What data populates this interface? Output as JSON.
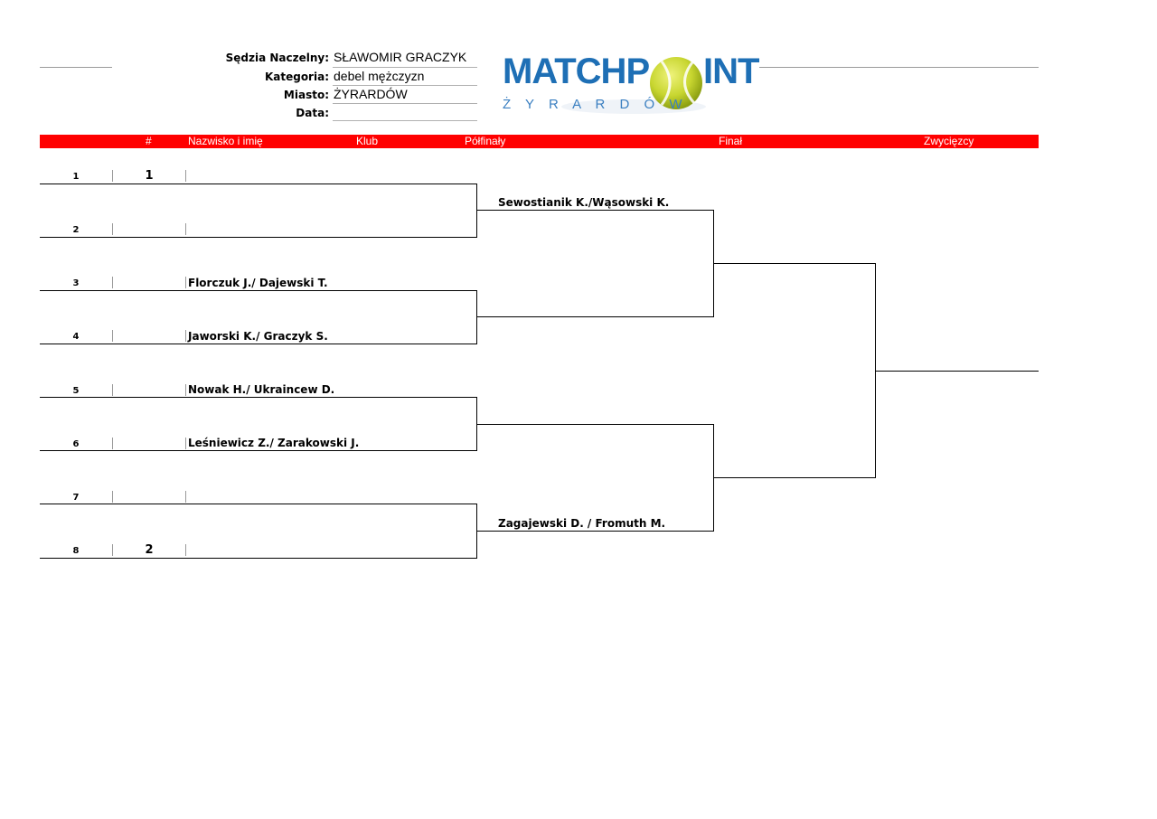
{
  "header": {
    "referee_label": "Sędzia Naczelny:",
    "referee_value": "SŁAWOMIR GRACZYK",
    "category_label": "Kategoria:",
    "category_value": "debel mężczyzn",
    "city_label": "Miasto:",
    "city_value": "ŻYRARDÓW",
    "date_label": "Data:",
    "date_value": ""
  },
  "logo": {
    "text_left": "MATCHP",
    "text_right": "INT",
    "subtitle": "Ż Y R A R D Ó W",
    "colors": {
      "blue": "#1e6fb5",
      "ball": "#c8d630",
      "subtitle": "#3a7fc1"
    }
  },
  "columns": {
    "hash": "#",
    "name": "Nazwisko i imię",
    "club": "Klub",
    "semifinals": "Półfinały",
    "final": "Finał",
    "winner": "Zwycięzcy",
    "bar_color": "#ff0000"
  },
  "draw": [
    {
      "no": "1",
      "seed": "1",
      "name": ""
    },
    {
      "no": "2",
      "seed": "",
      "name": ""
    },
    {
      "no": "3",
      "seed": "",
      "name": "Florczuk J./ Dajewski T."
    },
    {
      "no": "4",
      "seed": "",
      "name": "Jaworski K./ Graczyk S."
    },
    {
      "no": "5",
      "seed": "",
      "name": "Nowak H./ Ukraincew D."
    },
    {
      "no": "6",
      "seed": "",
      "name": "Leśniewicz Z./ Zarakowski J."
    },
    {
      "no": "7",
      "seed": "",
      "name": ""
    },
    {
      "no": "8",
      "seed": "2",
      "name": ""
    }
  ],
  "semifinals": [
    {
      "name": "Sewostianik K./Wąsowski K."
    },
    {
      "name": ""
    },
    {
      "name": ""
    },
    {
      "name": "Zagajewski D. / Fromuth M."
    }
  ],
  "final": [
    {
      "name": ""
    },
    {
      "name": ""
    }
  ],
  "winner": {
    "name": ""
  }
}
